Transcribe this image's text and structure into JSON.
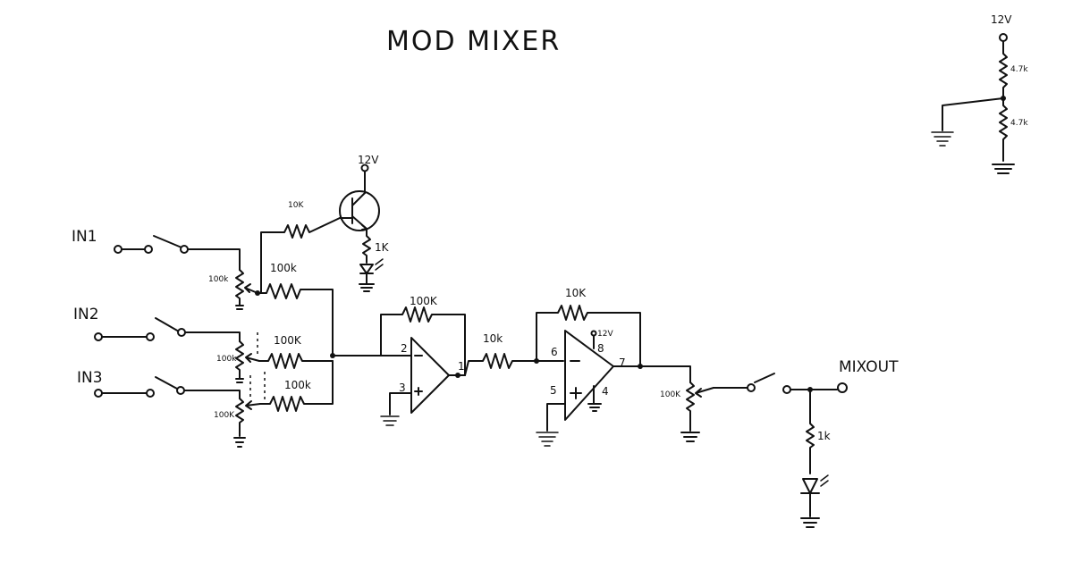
{
  "title": "MOD MIXER",
  "inputs": [
    "IN1",
    "IN2",
    "IN3"
  ],
  "output_label": "MIXOUT",
  "supply": "12V",
  "labels": {
    "pot_100k": "100k",
    "pot_100k_alt": "100K",
    "r_100k": "100k",
    "r_100K": "100K",
    "r_10k": "10k",
    "r_10K": "10K",
    "r_1k": "1k",
    "r_1K": "1K",
    "r_4_7k": "4.7k"
  },
  "op1": {
    "in_minus": "2",
    "in_plus": "3",
    "out": "1"
  },
  "op2": {
    "in_minus": "6",
    "in_plus": "5",
    "out": "7",
    "vplus": "8",
    "vminus": "4"
  }
}
